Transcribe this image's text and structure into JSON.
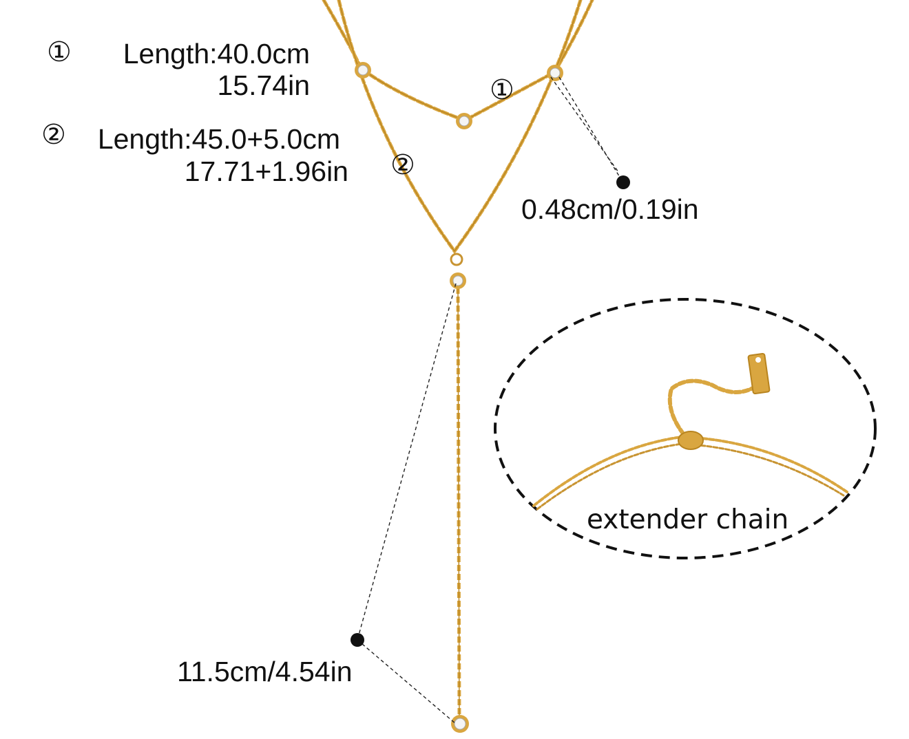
{
  "spec_1": {
    "marker": "①",
    "length_cm": "Length:40.0cm",
    "length_in": "15.74in"
  },
  "spec_2": {
    "marker": "②",
    "length_cm": "Length:45.0+5.0cm",
    "length_in": "17.71+1.96in"
  },
  "chain_markers": {
    "one": "①",
    "two": "②"
  },
  "stone_size": "0.48cm/0.19in",
  "drop_length": "11.5cm/4.54in",
  "extender_label": "extender chain",
  "colors": {
    "gold": "#d9a640",
    "gold_dark": "#b8841f",
    "ink": "#111111"
  }
}
